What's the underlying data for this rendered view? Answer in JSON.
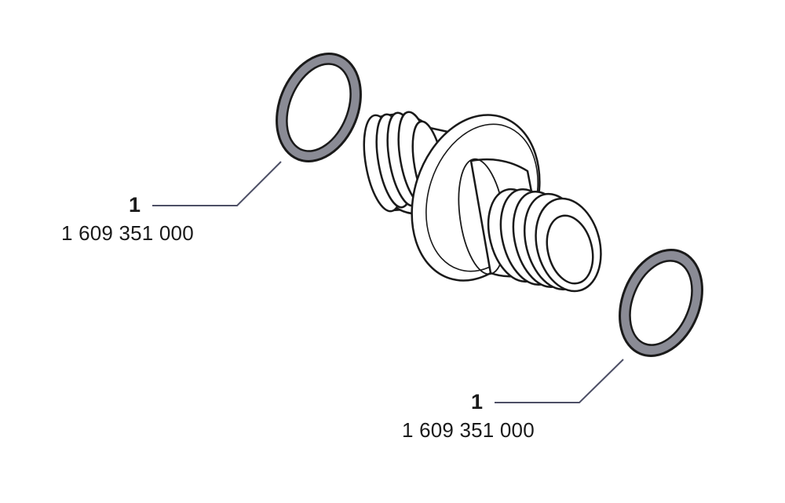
{
  "callouts": [
    {
      "number": "1",
      "part_number": "1 609 351 000"
    },
    {
      "number": "1",
      "part_number": "1 609 351 000"
    }
  ],
  "colors": {
    "outline": "#1a1a1a",
    "seal_fill": "#8a8b95",
    "leader_line": "#4d4f66",
    "background": "#ffffff"
  }
}
